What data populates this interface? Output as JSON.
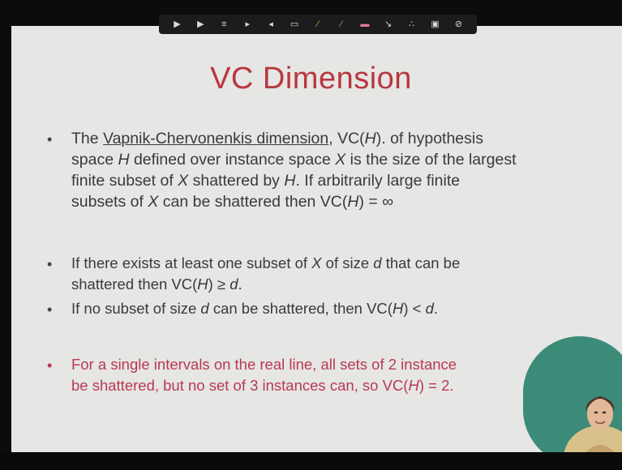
{
  "slide": {
    "title": "VC Dimension",
    "bullet_symbol": "•",
    "bullet1": {
      "p1": "The ",
      "term": "Vapnik-Chervonenkis dimension",
      "p2": ", VC(",
      "H1": "H",
      "p3": "). of hypothesis",
      "line2a": "space ",
      "H2": "H",
      "line2b": " defined over instance space ",
      "X1": "X",
      "line2c": " is the size of the largest",
      "line3a": "finite subset of ",
      "X2": "X",
      "line3b": " shattered by ",
      "H3": "H",
      "line3c": ". If arbitrarily large finite",
      "line4a": "subsets of ",
      "X3": "X",
      "line4b": " can be shattered then VC(",
      "H4": "H",
      "line4c": ") = ∞"
    },
    "bullet2": {
      "line1a": "If there exists at least one subset of ",
      "X": "X",
      "line1b": " of size ",
      "d1": "d",
      "line1c": " that can be",
      "line2a": "shattered then VC(",
      "H": "H",
      "line2b": ") ≥ ",
      "d2": "d",
      "line2c": "."
    },
    "bullet3": {
      "a": "If no subset of size ",
      "d1": "d",
      "b": " can be shattered, then VC(",
      "H": "H",
      "c": ") < ",
      "d2": "d",
      "e": "."
    },
    "bullet4": {
      "line1": "For a single intervals on the real line, all sets of 2 instance",
      "line2a": "be shattered, but no set of 3 instances can, so VC(",
      "H": "H",
      "line2b": ") = 2."
    }
  },
  "toolbar_icons": [
    "next-icon",
    "prev-icon",
    "menu-icon",
    "pointer-icon",
    "back-icon",
    "screen-icon",
    "pen-icon",
    "highlighter-icon",
    "eraser-icon",
    "arrow-icon",
    "laser-icon",
    "settings-icon",
    "close-icon"
  ],
  "toolbar_glyphs": [
    "▶",
    "▶",
    "≡",
    "▸",
    "◂",
    "▭",
    "∕",
    "∕",
    "▬",
    "↘",
    "∴",
    "▣",
    "⊘"
  ],
  "colors": {
    "title": "#b8373f",
    "body_text": "#3a3a3a",
    "highlight_text": "#b83a52",
    "slide_bg": "#e6e6e4",
    "frame_bg": "#0c0c0c"
  }
}
